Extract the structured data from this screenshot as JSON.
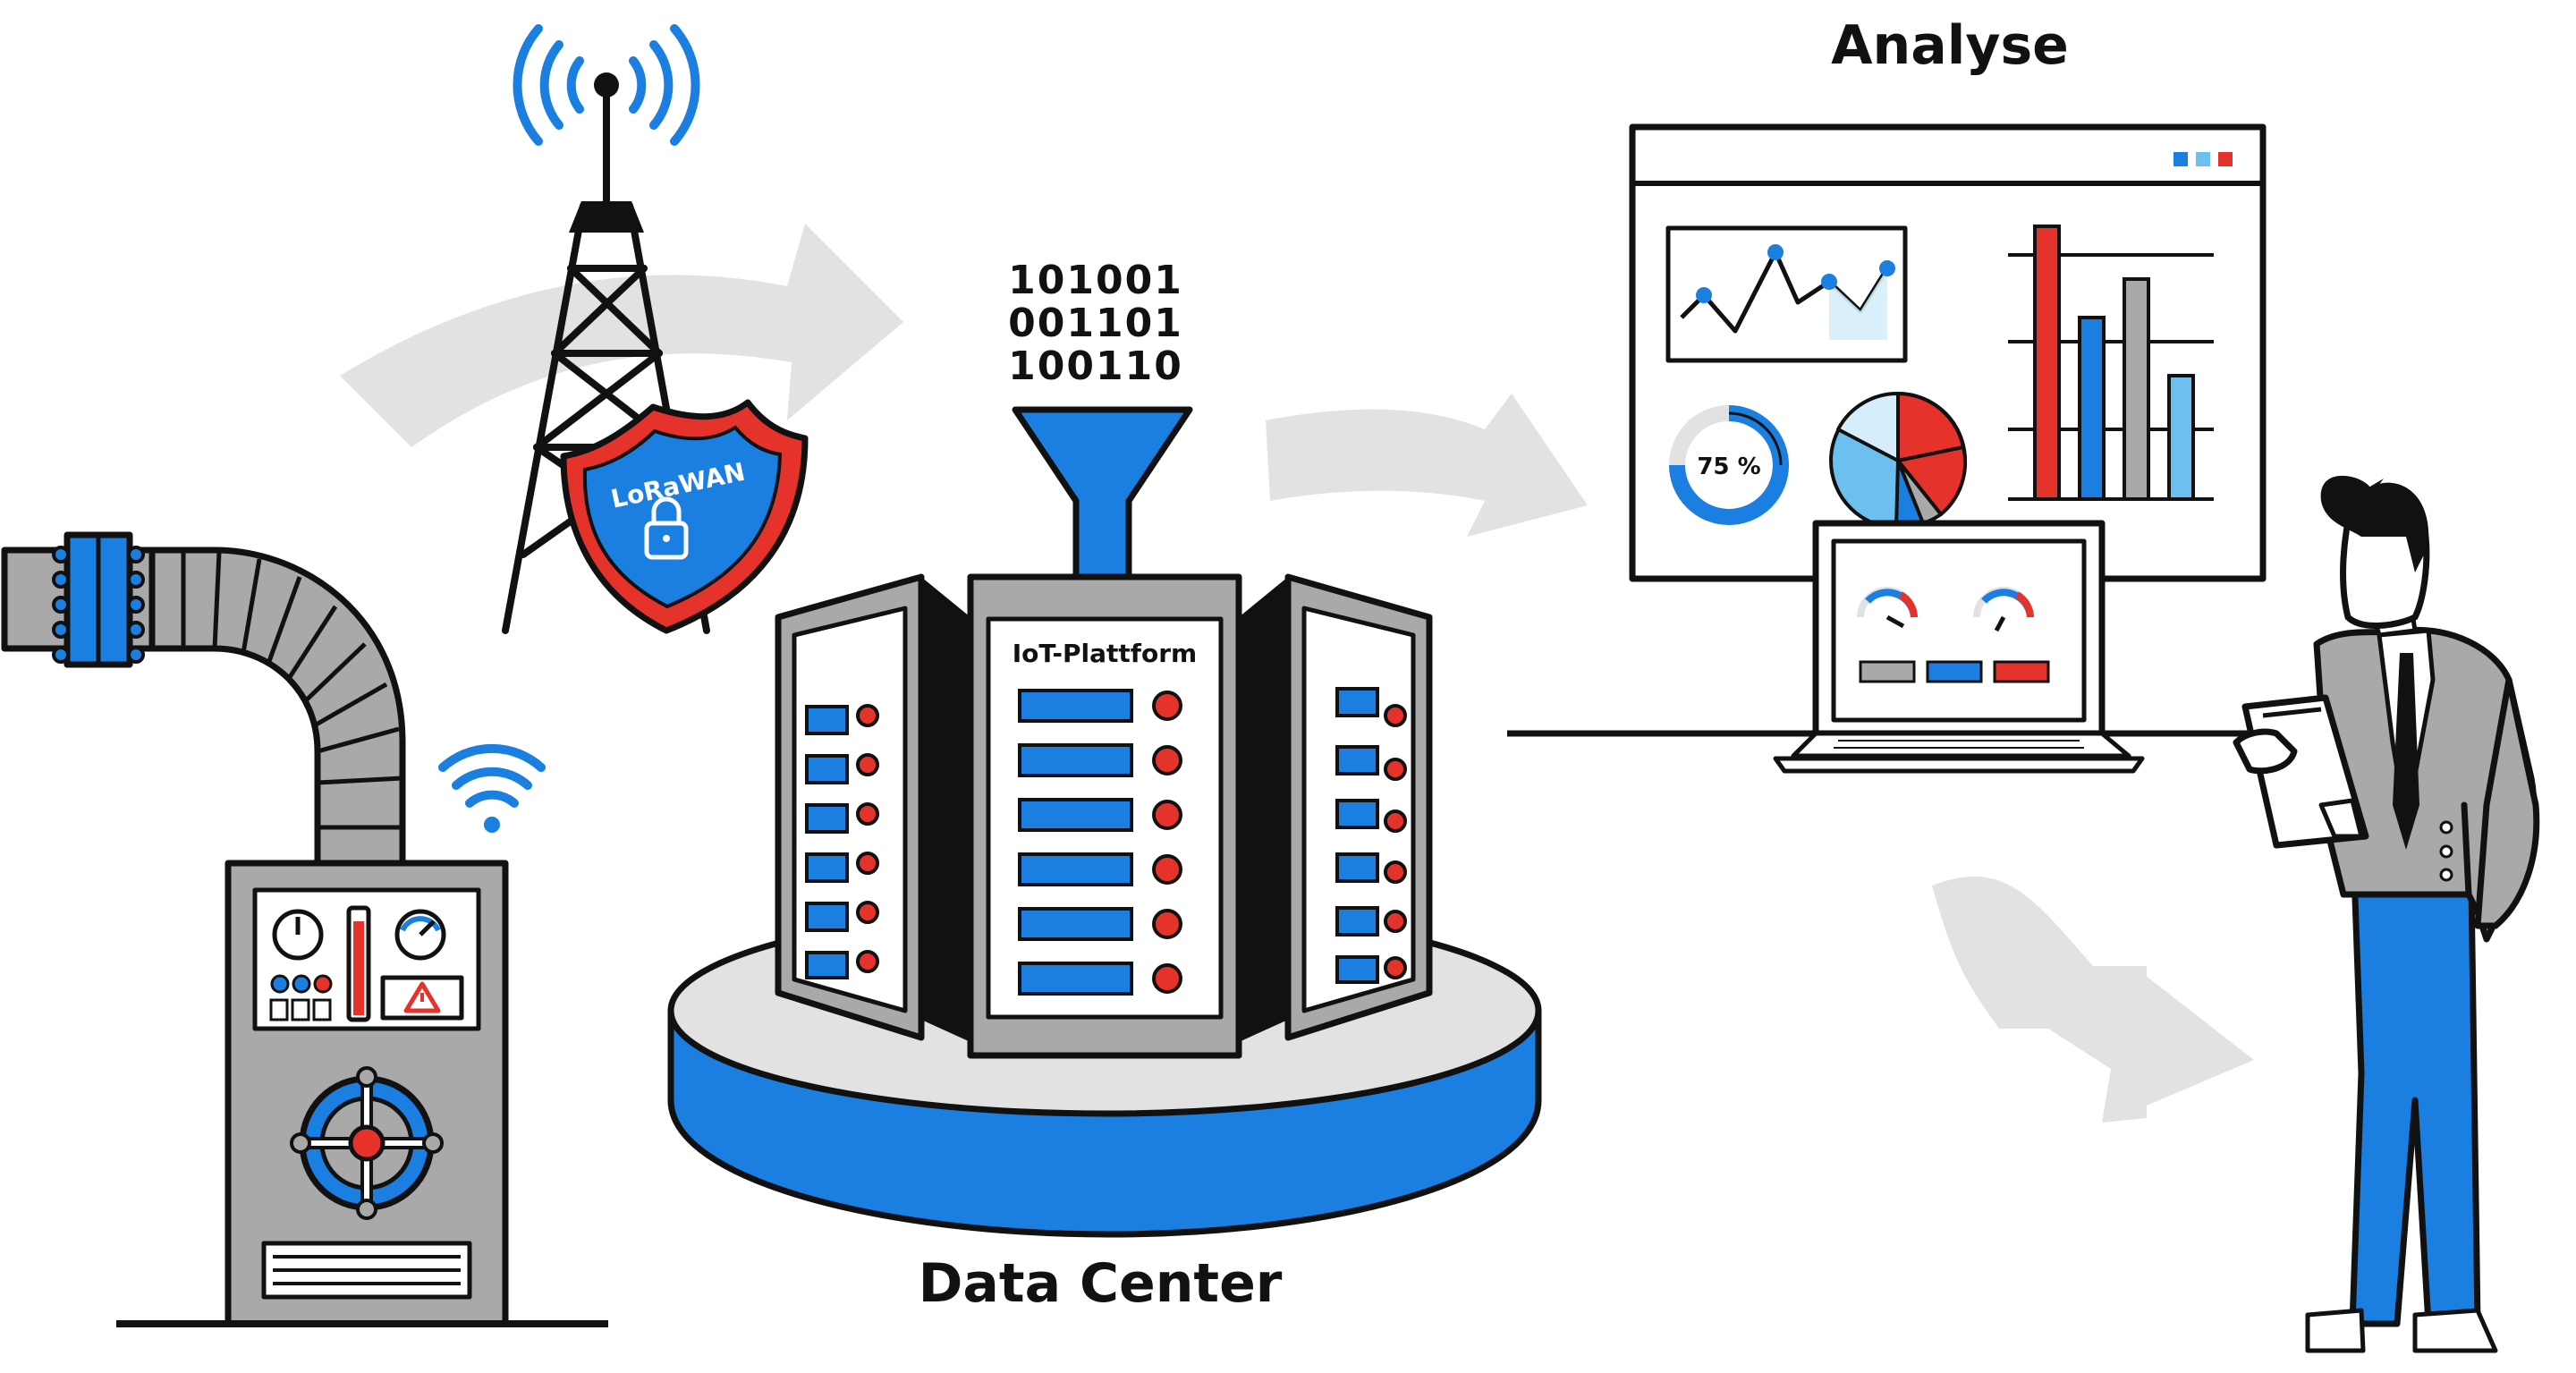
{
  "labels": {
    "analyse": "Analyse",
    "data_center": "Data Center",
    "platform": "IoT-Plattform",
    "lorawan": "LoRaWAN",
    "donut_value": "75 %"
  },
  "binary_lines": [
    "101001",
    "001101",
    "100110"
  ],
  "gauge": {
    "donut_percent": 75
  },
  "colors": {
    "accent_blue": "#1a7fe0",
    "light_blue": "#6cc0ef",
    "alert_red": "#e5322a",
    "gray": "#a9a9a9",
    "light_gray": "#e2e2e2",
    "outline": "#111111"
  },
  "icons": [
    "antenna-tower-icon",
    "wifi-signal-icon",
    "shield-lock-icon",
    "funnel-icon",
    "server-rack-icon",
    "pipeline-icon",
    "control-cabinet-icon",
    "valve-wheel-icon",
    "warning-icon",
    "dashboard-monitor-icon",
    "laptop-icon",
    "person-icon",
    "clipboard-icon",
    "flow-arrow-icon"
  ]
}
